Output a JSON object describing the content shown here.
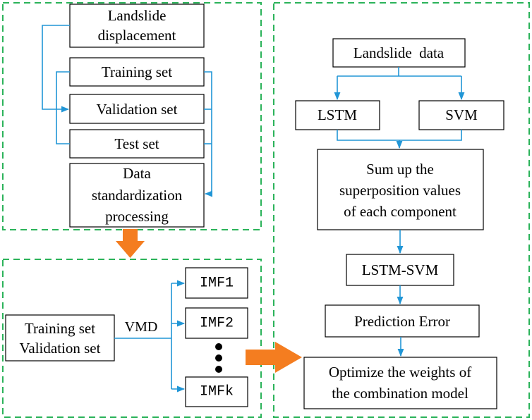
{
  "colors": {
    "panel_border": "#2bb35a",
    "connector": "#2196d6",
    "big_arrow": "#f47d20",
    "box_border": "#000000"
  },
  "top_left_panel": {
    "landslide_displacement": [
      "Landslide",
      "displacement"
    ],
    "training_set": "Training set",
    "validation_set": "Validation set",
    "test_set": "Test set",
    "standardization": [
      "Data",
      "standardization",
      "processing"
    ]
  },
  "bottom_left_panel": {
    "input": [
      "Training set",
      "Validation set"
    ],
    "method": "VMD",
    "imfs": [
      "IMF1",
      "IMF2",
      "IMFk"
    ],
    "ellipsis_icon": "vertical-ellipsis"
  },
  "right_panel": {
    "landslide_data": "Landslide  data",
    "lstm": "LSTM",
    "svm": "SVM",
    "sum_up": [
      "Sum up the",
      "superposition values",
      "of each component"
    ],
    "lstm_svm": "LSTM-SVM",
    "prediction_error": "Prediction Error",
    "optimize": [
      "Optimize the weights of",
      "the combination model"
    ]
  }
}
